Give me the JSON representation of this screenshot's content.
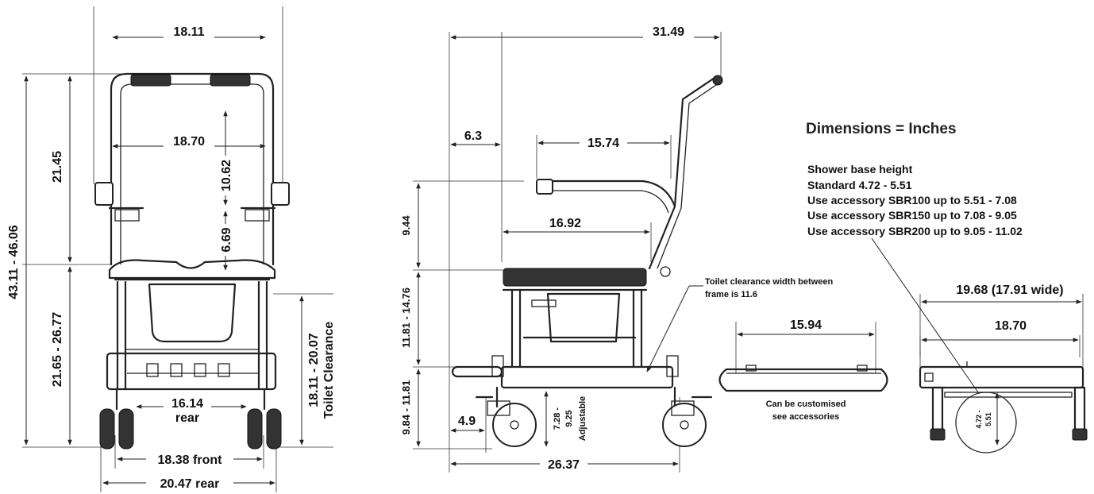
{
  "front_view": {
    "seat_width": "18.11",
    "inner_width": "18.70",
    "total_height": "43.11 - 46.06",
    "back_height": "21.45",
    "seat_height": "21.65 - 26.77",
    "backrest_height": "10.62",
    "armrest_height": "6.69",
    "toilet_clearance_value": "18.11 - 20.07",
    "toilet_clearance_label": "Toilet Clearance",
    "rear_track_value": "16.14",
    "rear_track_label": "rear",
    "front_width": "18.38 front",
    "rear_width": "20.47 rear"
  },
  "side_view": {
    "overall_length": "31.49",
    "seat_offset": "6.3",
    "armrest_length": "15.74",
    "seat_depth": "16.92",
    "arm_height": "9.44",
    "seat_frame_height": "11.81 - 14.76",
    "base_height": "9.84 - 11.81",
    "wheel_offset": "4.9",
    "base_length": "26.37",
    "adjustable_value_1": "7.28 -",
    "adjustable_value_2": "9.25",
    "adjustable_label": "Adjustable",
    "clearance_note_line1": "Toilet clearance width between",
    "clearance_note_line2": "frame is 11.6"
  },
  "cushion": {
    "width": "15.94",
    "note_line1": "Can be customised",
    "note_line2": "see accessories"
  },
  "base_view": {
    "outer": "19.68 (17.91 wide)",
    "inner": "18.70",
    "height_value_1": "4.72 -",
    "height_value_2": "5.51"
  },
  "legend": {
    "title": "Dimensions = Inches",
    "lines": [
      "Shower base height",
      "Standard 4.72 - 5.51",
      "Use accessory SBR100 up to 5.51 - 7.08",
      "Use accessory SBR150 up to 7.08 - 9.05",
      "Use accessory SBR200 up to 9.05 - 11.02"
    ]
  }
}
